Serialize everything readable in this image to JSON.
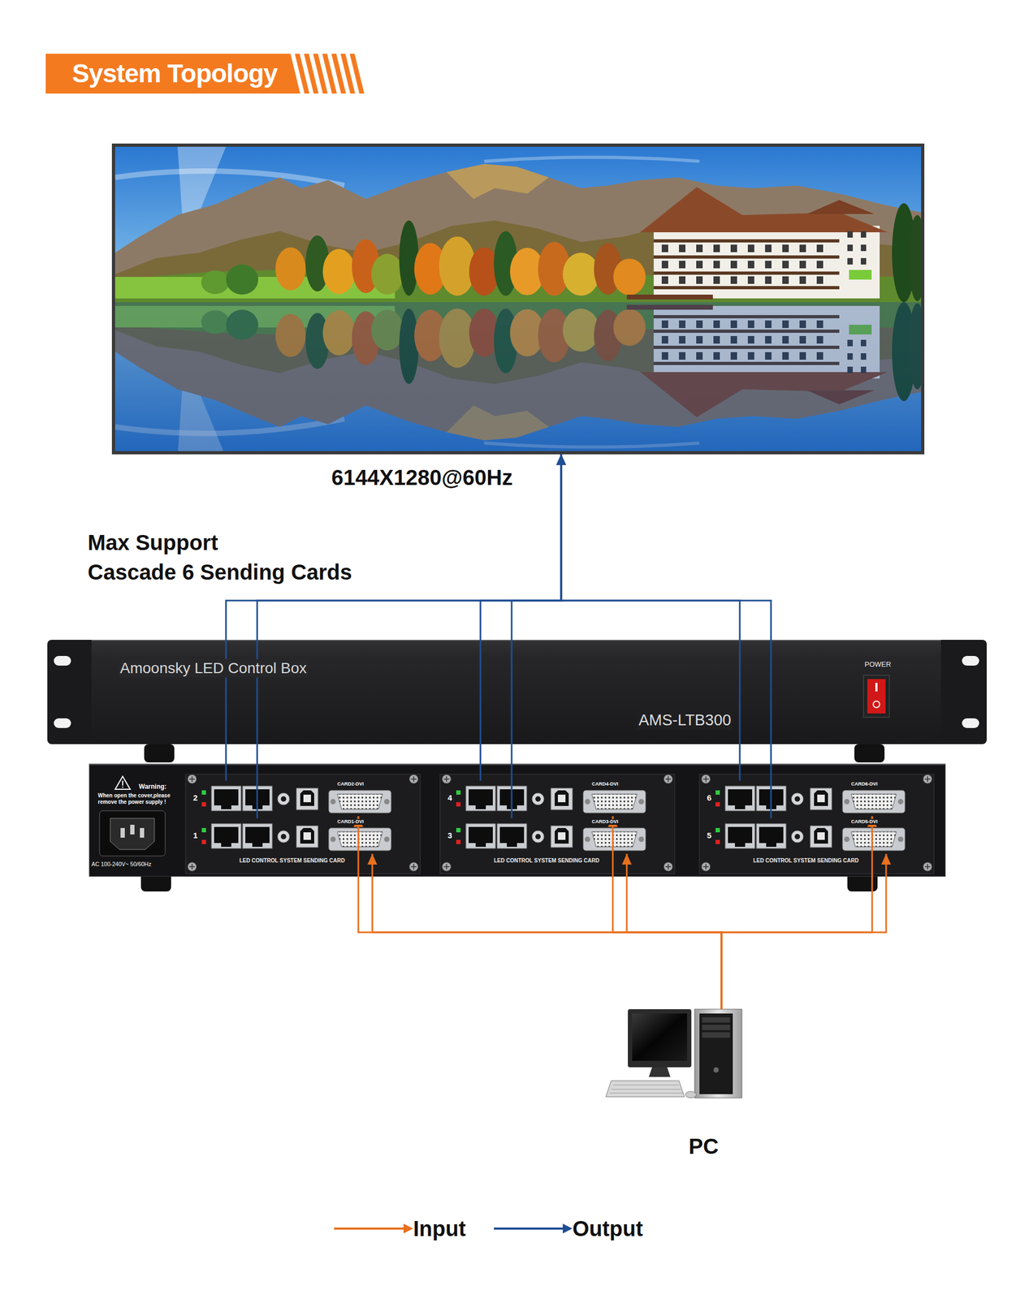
{
  "diagram": {
    "title": "System Topology",
    "nodes": [
      {
        "text": [
          "6144X1280@60Hz"
        ]
      },
      {
        "text": [
          "Amoonsky LED Control Box",
          "POWER",
          "AMS-LTB300"
        ]
      },
      {
        "text": [
          "Warning:",
          "When open the cover,please remove the power supply !",
          "AC 100-240V~ 50/60Hz"
        ]
      },
      {
        "text": [
          "LED CONTROL SYSTEM SENDING CARD"
        ],
        "in": 2
      },
      {
        "text": [
          "2",
          "CARD2-DVI"
        ],
        "in": 3
      },
      {
        "text": [
          "1",
          "CARD1-DVI"
        ],
        "in": 3
      },
      {
        "text": [
          "LED CONTROL SYSTEM SENDING CARD"
        ],
        "in": 2
      },
      {
        "text": [
          "4",
          "CARD4-DVI"
        ],
        "in": 6
      },
      {
        "text": [
          "3",
          "CARD3-DVI"
        ],
        "in": 6
      },
      {
        "text": [
          "LED CONTROL SYSTEM SENDING CARD"
        ],
        "in": 2
      },
      {
        "text": [
          "6",
          "CARD6-DVI"
        ],
        "in": 9
      },
      {
        "text": [
          "5",
          "CARD5-DVI"
        ],
        "in": 9
      },
      {
        "text": [
          "PC"
        ]
      }
    ],
    "edges": [
      {
        "from": 4,
        "to": 0,
        "arrow": "to"
      },
      {
        "from": 5,
        "to": 0,
        "arrow": "to"
      },
      {
        "from": 7,
        "to": 0,
        "arrow": "to"
      },
      {
        "from": 8,
        "to": 0,
        "arrow": "to"
      },
      {
        "from": 10,
        "to": 0,
        "arrow": "to"
      },
      {
        "from": 11,
        "to": 0,
        "arrow": "to"
      },
      {
        "from": 12,
        "to": 4,
        "arrow": "to"
      },
      {
        "from": 12,
        "to": 5,
        "arrow": "to"
      },
      {
        "from": 12,
        "to": 7,
        "arrow": "to"
      },
      {
        "from": 12,
        "to": 8,
        "arrow": "to"
      },
      {
        "from": 12,
        "to": 10,
        "arrow": "to"
      },
      {
        "from": 12,
        "to": 11,
        "arrow": "to"
      }
    ],
    "labels": [
      "Max Support Cascade 6 Sending Cards"
    ],
    "legend": [
      {
        "text": "Input"
      },
      {
        "text": "Output"
      }
    ]
  }
}
